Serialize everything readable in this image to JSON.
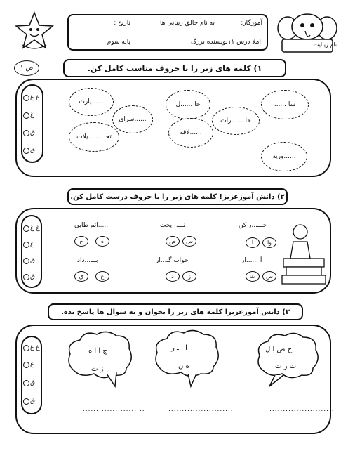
{
  "header": {
    "teacher_label": "آموزگار:",
    "title": "به نام خالق زیبایی ها",
    "date_label": "تاریخ :",
    "lesson": "املا درس ۱۱نویسنده بزرگ",
    "grade": "پایه سوم",
    "name_label": "نام زیبایت :"
  },
  "page_tag": "ص ۱",
  "q1": {
    "title": "۱) کلمه های زیر را با حروف مناسب کامل کن.",
    "options": [
      "غ غ",
      "غ",
      "ق",
      "ق"
    ],
    "clouds": [
      "......یارت",
      "حا ......ل",
      "سا ......",
      "......سرای",
      "خا ......رات",
      "تحـــ......یلات",
      "......لاقه",
      "......وریه"
    ]
  },
  "q2": {
    "title": "۲) دانش آموزعزیز! کلمه های زیر را با حروف درست کامل کن.",
    "options": [
      "غ غ",
      "غ",
      "ق",
      "ق"
    ],
    "words": [
      {
        "word": "خـــ...ر کن",
        "choices": [
          "ا",
          "وا"
        ]
      },
      {
        "word": "نـــ...یحت",
        "choices": [
          "ص",
          "س"
        ]
      },
      {
        "word": "......اتم طایی",
        "choices": [
          "ح",
          "ه"
        ]
      },
      {
        "word": "آ ......ار",
        "choices": [
          "ث",
          "س"
        ]
      },
      {
        "word": "خواب گـ...ار",
        "choices": [
          "ذ",
          "ز"
        ]
      },
      {
        "word": "بـــ...داد",
        "choices": [
          "ق",
          "غ"
        ]
      }
    ]
  },
  "q3": {
    "title": "۳) دانش آموزعزیزا کلمه های زیر را بخوان و به سوال ها پاسخ بده.",
    "options": [
      "غ غ",
      "غ",
      "ق",
      "ق"
    ],
    "clouds": [
      {
        "line1": "ح ص ا ل",
        "line2": "ت ر ت"
      },
      {
        "line1": "ا ا ـ ر",
        "line2": "ه ن"
      },
      {
        "line1": "ج ا ا ه",
        "line2": "ز ت"
      }
    ],
    "answer_line": "........................"
  }
}
